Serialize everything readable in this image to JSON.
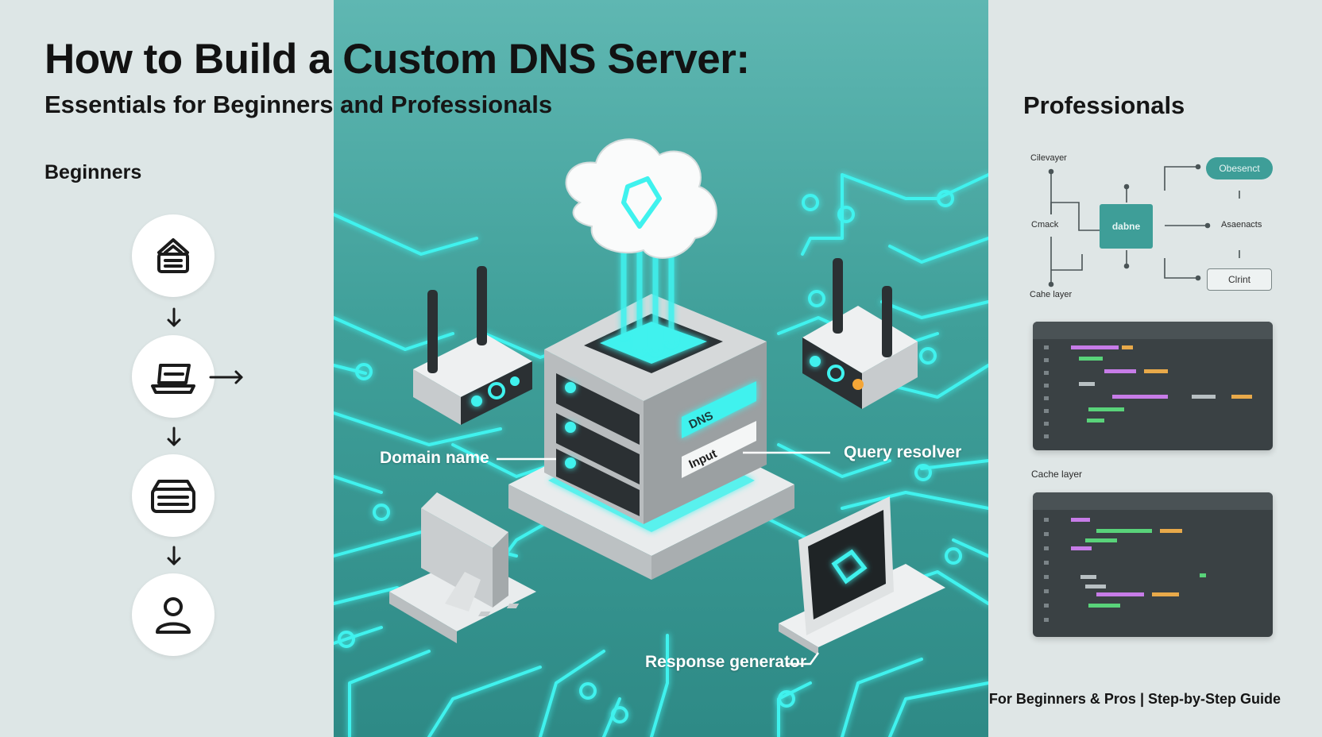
{
  "header": {
    "title": "How to Build a Custom DNS Server:",
    "subtitle": "Essentials for Beginners and Professionals"
  },
  "beginners": {
    "label": "Beginners",
    "steps": [
      {
        "icon": "home-layers-icon"
      },
      {
        "icon": "laptop-icon"
      },
      {
        "icon": "server-icon"
      },
      {
        "icon": "user-icon"
      }
    ]
  },
  "illustration": {
    "screen_labels": [
      "DNS",
      "Input"
    ],
    "callouts": {
      "domain_name": "Domain name",
      "query_resolver": "Query resolver",
      "response_generator": "Response generator"
    }
  },
  "professionals": {
    "label": "Professionals",
    "diagram": {
      "nodes": {
        "top_left": "Cilevayer",
        "mid_left": "Cmack",
        "bottom_left": "Cahe layer",
        "center": "dabne",
        "top_right": "Obesenct",
        "mid_right": "Asaenacts",
        "bottom_right": "Clrint"
      }
    },
    "cache_label": "Cache layer"
  },
  "footer": "For Beginners & Pros | Step-by-Step Guide",
  "colors": {
    "teal": "#3e9e98",
    "neon": "#3ff2ee",
    "panel": "#dde6e6"
  }
}
